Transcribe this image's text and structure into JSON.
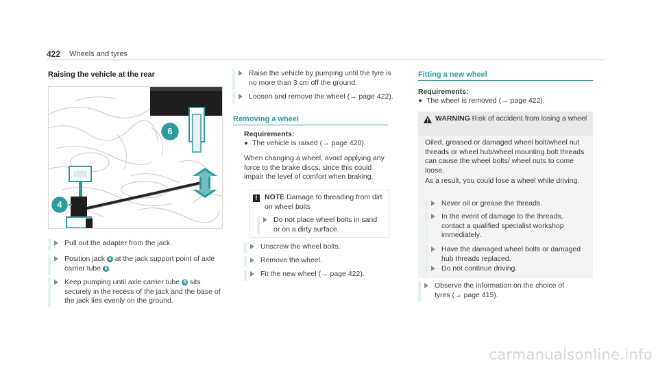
{
  "header": {
    "page_number": "422",
    "page_title": "Wheels and tyres"
  },
  "left": {
    "heading": "Raising the vehicle at the rear",
    "figure": {
      "callouts": [
        "6",
        "4"
      ]
    },
    "steps": [
      {
        "text": "Pull out the adapter from the jack."
      },
      {
        "pre": "Position jack ",
        "c1": "4",
        "mid": " at the jack support point of axle carrier tube ",
        "c2": "6",
        "post": "."
      },
      {
        "pre": "Keep pumping until axle carrier tube ",
        "c1": "6",
        "post": " sits securely in the recess of the jack and the base of the jack lies evenly on the ground."
      }
    ]
  },
  "middle": {
    "steps_top": [
      {
        "text": "Raise the vehicle by pumping until the tyre is no more than 3 cm off the ground."
      },
      {
        "text": "Loosen and remove the wheel (→ page 422)."
      }
    ],
    "section_title": "Removing a wheel",
    "requirements_label": "Requirements:",
    "requirements": [
      "The vehicle is raised (→ page 420)."
    ],
    "paragraph": "When changing a wheel, avoid applying any force to the brake discs, since this could impair the level of comfort when braking.",
    "note": {
      "icon": "!",
      "label": "NOTE",
      "text": "Damage to threading from dirt on wheel bolts",
      "step": "Do not place wheel bolts in sand or on a dirty surface."
    },
    "steps_bottom": [
      {
        "text": "Unscrew the wheel bolts."
      },
      {
        "text": "Remove the wheel."
      },
      {
        "text": "Fit the new wheel (→ page 422)."
      }
    ]
  },
  "right": {
    "section_title": "Fitting a new wheel",
    "requirements_label": "Requirements:",
    "requirements": [
      "The wheel is removed (→ page 422)."
    ],
    "warning": {
      "label": "WARNING",
      "title": "Risk of accident from losing a wheel",
      "para1": "Oiled, greased or damaged wheel bolt/wheel nut threads or wheel hub/wheel mounting bolt threads can cause the wheel bolts/ wheel nuts to come loose.",
      "para2": "As a result, you could lose a wheel while driving.",
      "steps": [
        {
          "text": "Never oil or grease the threads."
        },
        {
          "text": "In the event of damage to the threads, contact a qualified specialist workshop immediately."
        },
        {
          "text": "Have the damaged wheel bolts or damaged hub threads replaced."
        },
        {
          "text": "Do not continue driving."
        }
      ]
    },
    "final_step": {
      "text": "Observe the information on the choice of tyres (→ page 415)."
    }
  },
  "watermark": "carmanualsonline.info",
  "colors": {
    "accent": "#2a9c9c",
    "step_bar": "#e4f1f1",
    "warning_bg": "#f4f4f4"
  }
}
